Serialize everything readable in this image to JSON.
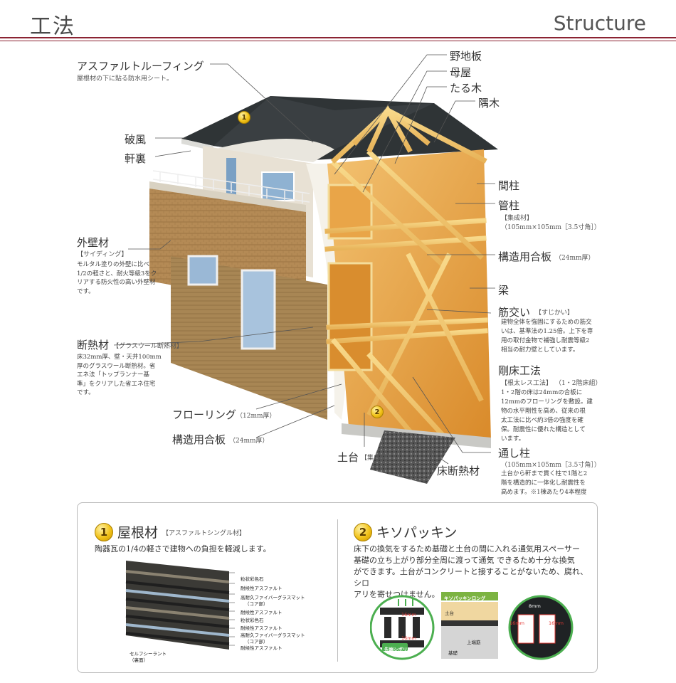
{
  "header": {
    "title": "工法",
    "title_en": "Structure"
  },
  "labels": {
    "asphalt_roofing": "アスファルトルーフィング",
    "asphalt_roofing_desc": "屋根材の下に貼る防水用シート。",
    "hafu": "破風",
    "nokiura": "軒裏",
    "gaihekizai": "外壁材",
    "gaihekizai_sub": "【サイディング】",
    "gaihekizai_desc_1": "モルタル塗りの外壁に比べ",
    "gaihekizai_desc_2": "1/2の軽さと、耐火等級3をク",
    "gaihekizai_desc_3": "リアする防火性の高い外壁材",
    "gaihekizai_desc_4": "です。",
    "dannetsuzai": "断熱材",
    "dannetsuzai_sub": "【グラスウール断熱材】",
    "dannetsuzai_desc_1": "床32mm厚、壁・天井100mm",
    "dannetsuzai_desc_2": "厚のグラスウール断熱材。省",
    "dannetsuzai_desc_3": "エネ法「トップランナー基",
    "dannetsuzai_desc_4": "準」をクリアした省エネ住宅",
    "dannetsuzai_desc_5": "です。",
    "flooring": "フローリング",
    "flooring_sub": "（12mm厚）",
    "structural_plywood_bottom": "構造用合板",
    "structural_plywood_bottom_sub": "（24mm厚）",
    "dodai": "土台",
    "dodai_sub": "【集成材】",
    "yukadannetsu": "床断熱材",
    "nojiita": "野地板",
    "moya": "母屋",
    "taruki": "たる木",
    "sumigi": "隅木",
    "mabashira": "間柱",
    "kudabashira": "管柱",
    "kudabashira_sub_1": "【集成材】",
    "kudabashira_sub_2": "（105mm×105mm［3.5寸角］）",
    "structural_plywood_right": "構造用合板",
    "structural_plywood_right_sub": "（24mm厚）",
    "hari": "梁",
    "sujikai": "筋交い",
    "sujikai_sub": "【すじかい】",
    "sujikai_desc_1": "建物全体を強固にするための筋交",
    "sujikai_desc_2": "いは、基準法の1.25倍。上下を専",
    "sujikai_desc_3": "用の取付金物で補強し耐震等級2",
    "sujikai_desc_4": "相当の耐力壁としています。",
    "gouyuka": "剛床工法",
    "gouyuka_sub_1": "【根太レス工法】",
    "gouyuka_sub_2": "（1・2階床組）",
    "gouyuka_desc_1": "1・2階の床は24mmの合板に",
    "gouyuka_desc_2": "12mmのフローリングを敷設。建",
    "gouyuka_desc_3": "物の水平剛性を高め、従来の根",
    "gouyuka_desc_4": "太工法に比べ約3倍の強度を確",
    "gouyuka_desc_5": "保。耐震性に優れた構造として",
    "gouyuka_desc_6": "います。",
    "toshibashira": "通し柱",
    "toshibashira_sub": "（105mm×105mm［3.5寸角］）",
    "toshibashira_desc_1": "土台から軒まで貫く柱で1階と2",
    "toshibashira_desc_2": "階を構造的に一体化し耐震性を",
    "toshibashira_desc_3": "高めます。※1棟あたり4本程度",
    "marker_1": "1",
    "marker_2": "2"
  },
  "panel": {
    "roof": {
      "number": "1",
      "title": "屋根材",
      "subtitle": "【アスファルトシングル材】",
      "body": "陶器瓦の1/4の軽さで建物への負担を軽減します。",
      "layers": [
        "粒状彩色石",
        "耐候性アスファルト",
        "高耐久ファイバーグラスマット",
        "（コア部）",
        "耐候性アスファルト",
        "粒状彩色石",
        "耐候性アスファルト",
        "高耐久ファイバーグラスマット",
        "（コア部）",
        "耐候性アスファルト"
      ],
      "sealant_1": "セルフシーラント",
      "sealant_2": "（裏面）"
    },
    "kiso": {
      "number": "2",
      "title": "キソパッキン",
      "body_1": "床下の換気をするため基礎と土台の間に入れる通気用スペーサー",
      "body_2": "基礎の立ち上がり部分全周に渡って通気 できるため十分な換気",
      "body_3": "ができます。土台がコンクリートと接することがないため、腐れ、シロ",
      "body_4": "アリを寄せつけません。",
      "dim_16": "16mm",
      "dim_16b": "16mm",
      "tip_label": "先端シボリ",
      "product": "キソパッキンロング",
      "dodai": "土台",
      "joukiso": "上端筋",
      "kiso": "基礎",
      "dim_8": "8mm",
      "dim_16c": "16mm",
      "dim_16d": "16mm"
    }
  }
}
